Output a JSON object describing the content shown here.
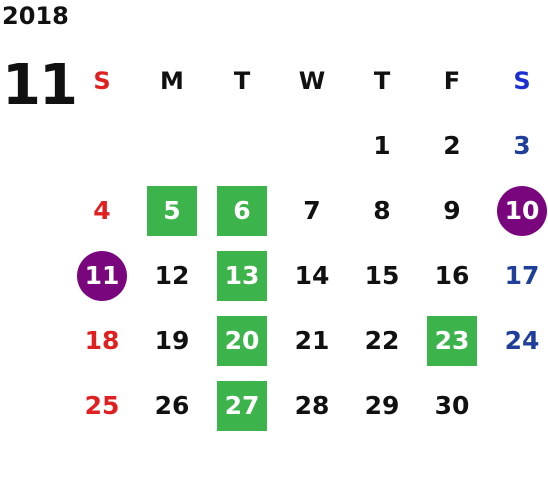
{
  "header": {
    "year": "2018",
    "month": "11"
  },
  "weekdays": [
    "S",
    "M",
    "T",
    "W",
    "T",
    "F",
    "S"
  ],
  "weeks": [
    [
      "",
      "",
      "",
      "",
      "1",
      "2",
      "3"
    ],
    [
      "4",
      "5",
      "6",
      "7",
      "8",
      "9",
      "10"
    ],
    [
      "11",
      "12",
      "13",
      "14",
      "15",
      "16",
      "17"
    ],
    [
      "18",
      "19",
      "20",
      "21",
      "22",
      "23",
      "24"
    ],
    [
      "25",
      "26",
      "27",
      "28",
      "29",
      "30",
      ""
    ]
  ],
  "highlights": {
    "green_days": [
      "5",
      "6",
      "13",
      "20",
      "23",
      "27"
    ],
    "purple_days": [
      "10",
      "11"
    ]
  },
  "colors": {
    "sunday": "#e02020",
    "saturday": "#1f3f9a",
    "saturday_header": "#1a2ed1",
    "green_highlight": "#3cb44b",
    "purple_highlight": "#7a067e",
    "text": "#111111"
  }
}
